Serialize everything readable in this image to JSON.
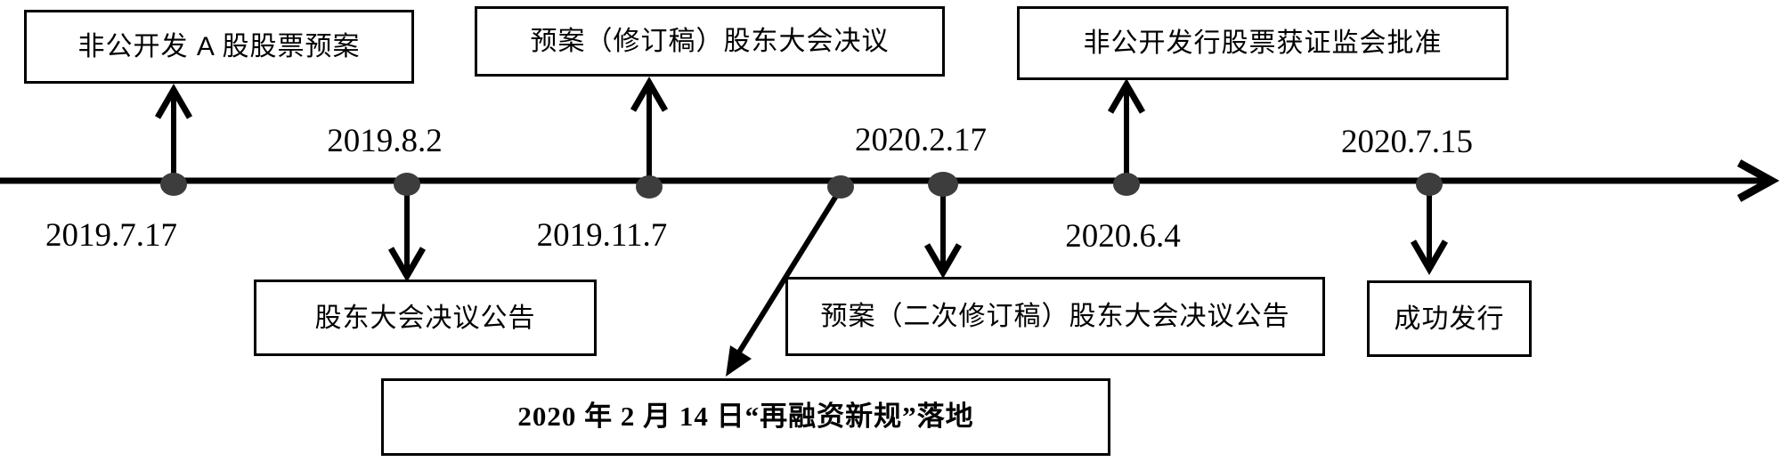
{
  "diagram": {
    "type": "timeline",
    "description": "Non-public A-share issuance process timeline",
    "events": [
      {
        "date": "2019.7.17",
        "label": "非公开发 A 股股票预案",
        "side": "above",
        "date_side": "below-line"
      },
      {
        "date": "2019.8.2",
        "label": "股东大会决议公告",
        "side": "below",
        "date_side": "above-line"
      },
      {
        "date": "2019.11.7",
        "label": "预案（修订稿）股东大会决议",
        "side": "above",
        "date_side": "below-line"
      },
      {
        "date": "",
        "label": "2020 年 2 月 14 日“再融资新规”落地",
        "side": "bottom",
        "emphasis": "bold"
      },
      {
        "date": "2020.2.17",
        "label": "预案（二次修订稿）股东大会决议公告",
        "side": "below",
        "date_side": "above-line"
      },
      {
        "date": "2020.6.4",
        "label": "非公开发行股票获证监会批准",
        "side": "above",
        "date_side": "below-line"
      },
      {
        "date": "2020.7.15",
        "label": "成功发行",
        "side": "below",
        "date_side": "above-line"
      }
    ],
    "colors": {
      "background": "#ffffff",
      "axis_line": "#000000",
      "dot_fill": "#3d3d3d",
      "box_border": "#000000",
      "box_fill": "#ffffff",
      "text": "#000000"
    }
  }
}
